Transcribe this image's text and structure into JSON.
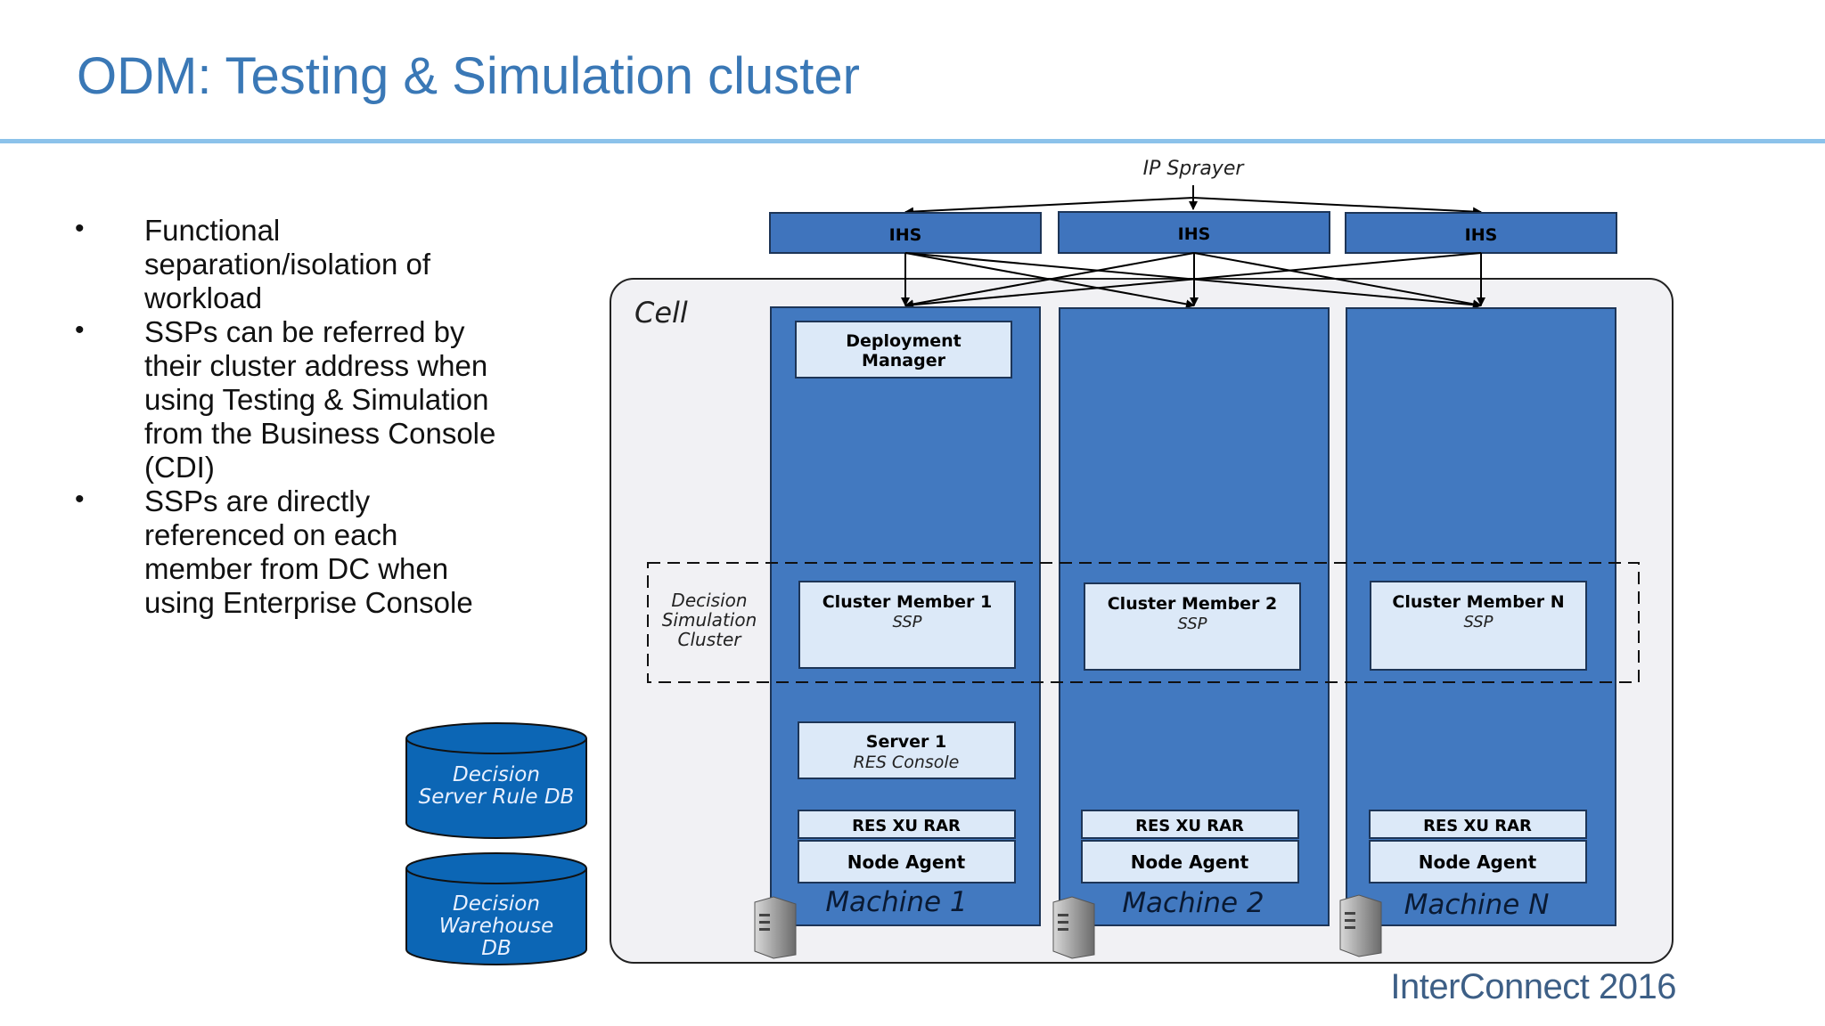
{
  "slide": {
    "title": "ODM: Testing & Simulation cluster",
    "footer": "InterConnect 2016"
  },
  "bullets": [
    "Functional separation/isolation of workload",
    "SSPs can be referred by their cluster address when using Testing & Simulation from the Business Console (CDI)",
    "SSPs are directly referenced  on each member from DC when using Enterprise Console"
  ],
  "diagram": {
    "ip_sprayer": "IP Sprayer",
    "ihs_labels": [
      "IHS",
      "IHS",
      "IHS"
    ],
    "cell_label": "Cell",
    "deployment_manager": [
      "Deployment",
      "Manager"
    ],
    "cluster_label": [
      "Decision",
      "Simulation",
      "Cluster"
    ],
    "machines": [
      {
        "name": "Machine 1",
        "member_title": "Cluster Member 1",
        "member_sub": "SSP",
        "rar": "RES XU RAR",
        "node_agent": "Node Agent"
      },
      {
        "name": "Machine 2",
        "member_title": "Cluster Member 2",
        "member_sub": "SSP",
        "rar": "RES XU RAR",
        "node_agent": "Node Agent"
      },
      {
        "name": "Machine N",
        "member_title": "Cluster Member N",
        "member_sub": "SSP",
        "rar": "RES XU RAR",
        "node_agent": "Node Agent"
      }
    ],
    "server1": {
      "title": "Server 1",
      "sub": "RES Console"
    },
    "databases": [
      {
        "lines": [
          "Decision",
          "Server Rule DB"
        ]
      },
      {
        "lines": [
          "Decision",
          "Warehouse",
          "DB"
        ]
      }
    ],
    "colors": {
      "machine_blue": "#4279c0",
      "ihs_blue": "#3f74bd",
      "box_light": "#dce9f8",
      "cell_bg": "#f1f1f4",
      "db_blue": "#0c66b5",
      "title_blue": "#3a78b6"
    }
  }
}
